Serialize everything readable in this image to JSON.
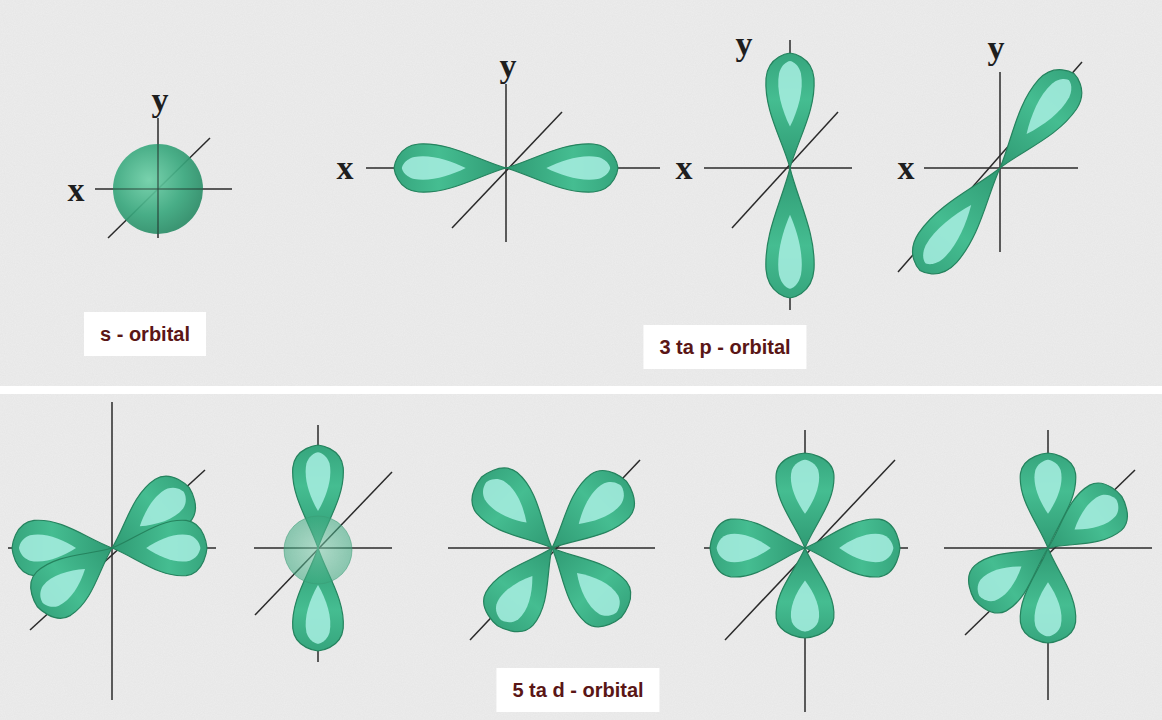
{
  "diagram": {
    "labels": [
      "y",
      "x",
      "s - orbital",
      "y",
      "x",
      "y",
      "x",
      "y",
      "x",
      "3 ta p - orbital",
      "5 ta d - orbital"
    ]
  }
}
